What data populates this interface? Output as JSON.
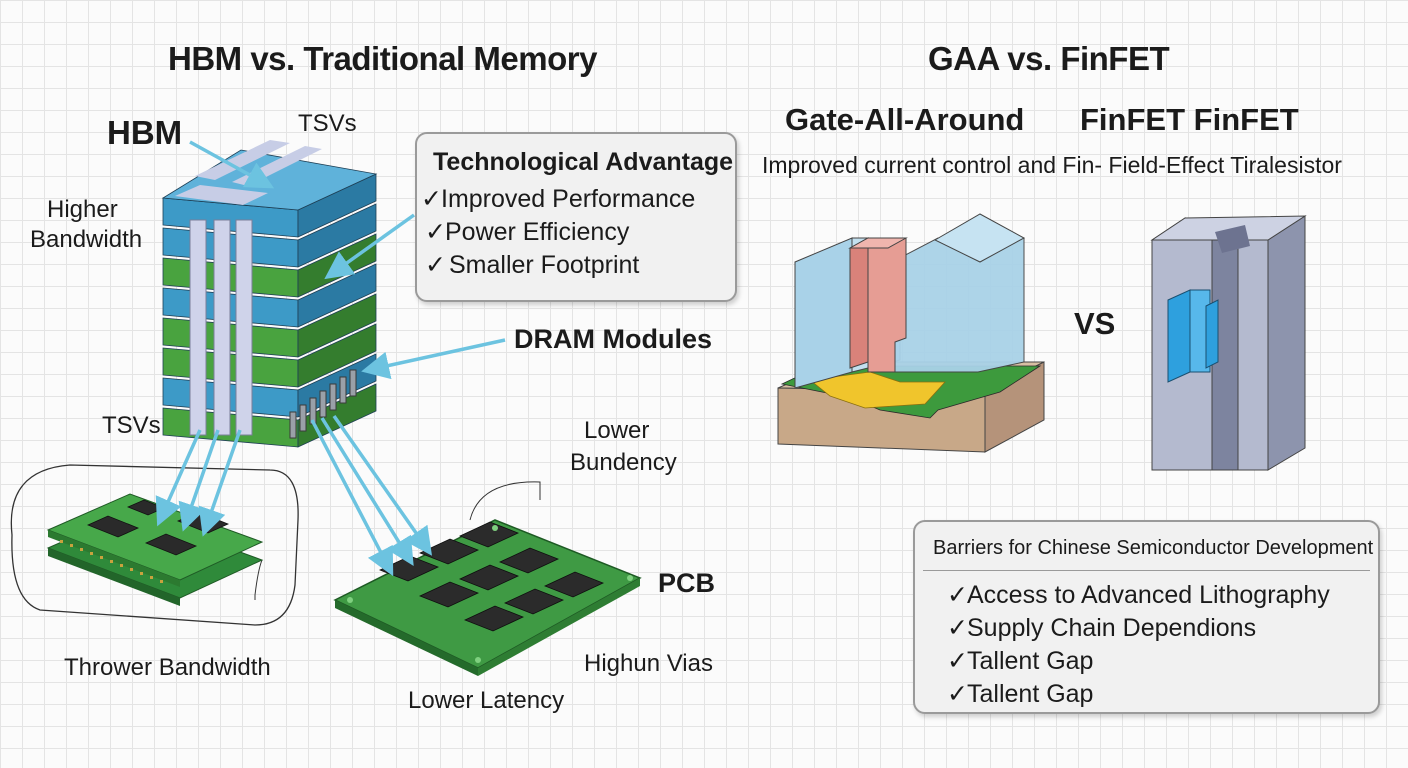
{
  "hbm_section": {
    "title": "HBM vs. Traditional Memory",
    "labels": {
      "hbm": "HBM",
      "tsvs_top": "TSVs",
      "higher": "Higher",
      "bandwidth": "Bandwidth",
      "tsvs_left": "TSVs",
      "dram_modules": "DRAM Modules",
      "lower": "Lower",
      "bundency": "Bundency",
      "pcb": "PCB",
      "highun_vias": "Highun Vias",
      "lower_latency": "Lower Latency",
      "thrower_bandwidth": "Thrower Bandwidth"
    },
    "advantage_box": {
      "title": "Technological Advantage",
      "items": [
        "Improved Performance",
        "Power Efficiency",
        "Smaller Footprint"
      ]
    }
  },
  "gaa_section": {
    "title": "GAA vs. FinFET",
    "gaa_heading": "Gate-All-Around",
    "finfet_heading": "FinFET FinFET",
    "subtitle": "Improved current control and Fin- Field-Effect Tiralesistor",
    "vs": "VS",
    "barriers_box": {
      "title": "Barriers for Chinese Semiconductor Development",
      "items": [
        "Access to Advanced Lithography",
        "Supply Chain Dependions",
        "Tallent Gap",
        "Tallent Gap"
      ]
    }
  },
  "check_mark": "✓",
  "colors": {
    "blue_layer": "#3d9ac7",
    "green_layer": "#49a33f",
    "lavender": "#c7cde6",
    "arrow": "#6cc3e0",
    "pcb_green": "#3f9a44",
    "substrate": "#c8a888",
    "gate_pink": "#e3958c",
    "fin_gray": "#a3aac3"
  }
}
